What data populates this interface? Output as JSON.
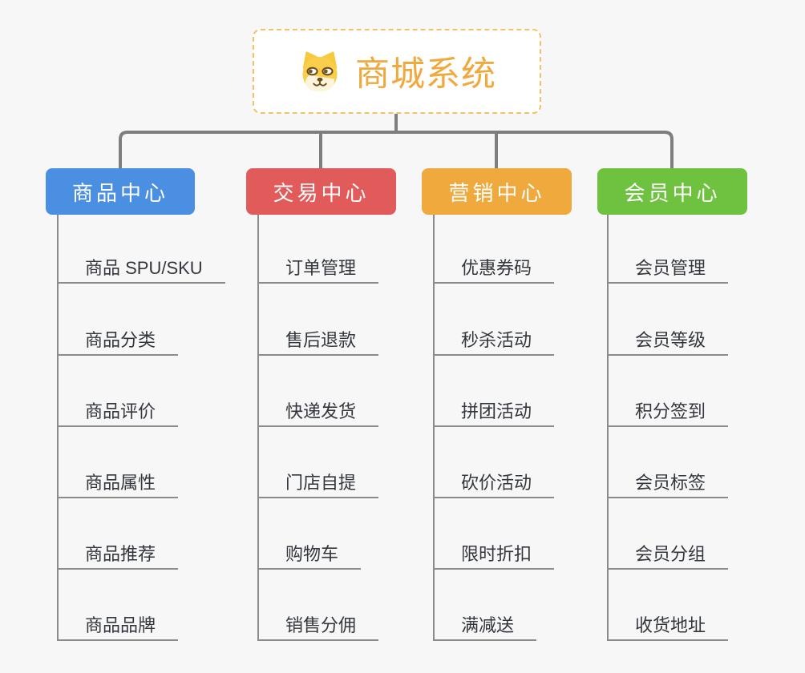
{
  "canvas": {
    "background": "#F7F7F7",
    "connector_color": "#7E7E7E",
    "line_color": "#8B8B8B"
  },
  "root": {
    "label": "商城系统",
    "icon": "dog-face-icon",
    "text_color": "#F0A93C",
    "border_color": "#F2C169",
    "background": "#FFFFFF"
  },
  "branches": [
    {
      "label": "商品中心",
      "color": "#4B8FE2",
      "children": [
        "商品 SPU/SKU",
        "商品分类",
        "商品评价",
        "商品属性",
        "商品推荐",
        "商品品牌"
      ]
    },
    {
      "label": "交易中心",
      "color": "#E25B5B",
      "children": [
        "订单管理",
        "售后退款",
        "快递发货",
        "门店自提",
        "购物车",
        "销售分佣"
      ]
    },
    {
      "label": "营销中心",
      "color": "#EFA93C",
      "children": [
        "优惠券码",
        "秒杀活动",
        "拼团活动",
        "砍价活动",
        "限时折扣",
        "满减送"
      ]
    },
    {
      "label": "会员中心",
      "color": "#6FC240",
      "children": [
        "会员管理",
        "会员等级",
        "积分签到",
        "会员标签",
        "会员分组",
        "收货地址"
      ]
    }
  ]
}
